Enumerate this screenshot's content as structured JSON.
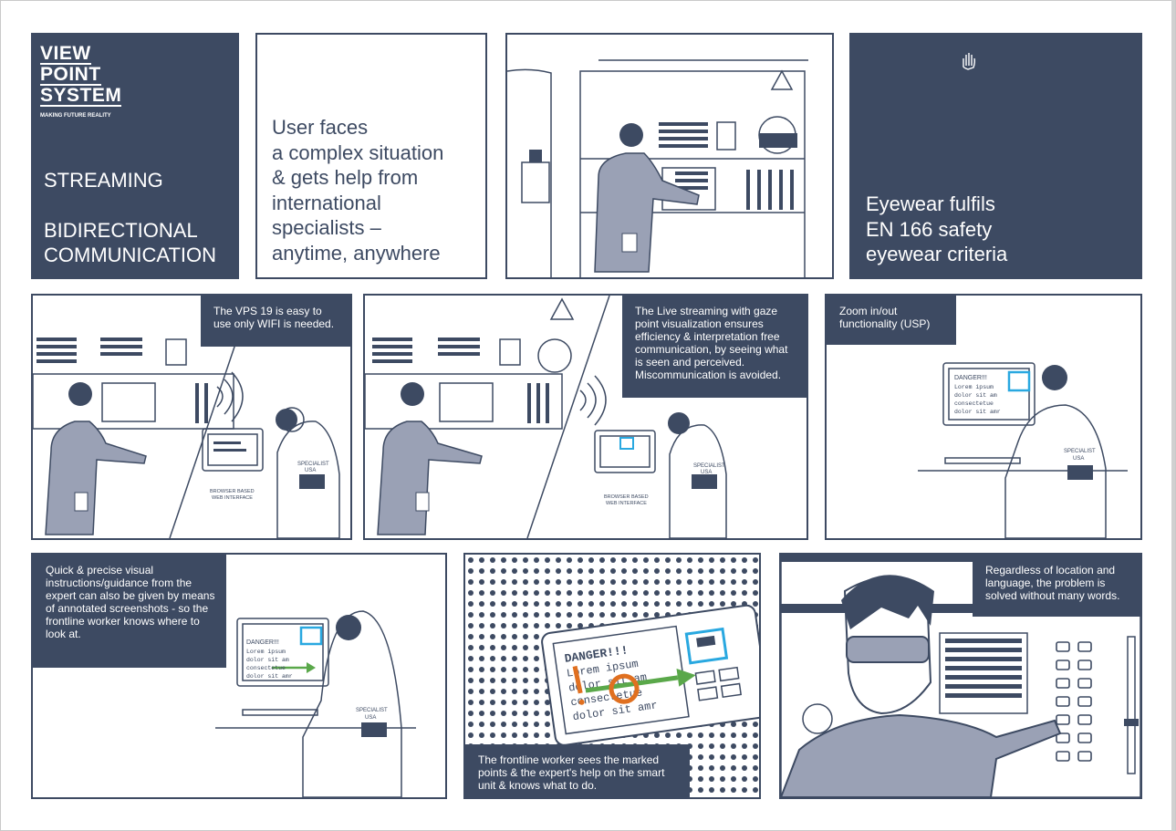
{
  "brand": {
    "logo_lines": [
      "VIEW",
      "POINT",
      "SYSTEM"
    ],
    "tagline": "MAKING FUTURE REALITY"
  },
  "panel1": {
    "line1": "STREAMING",
    "line2": "BIDIRECTIONAL",
    "line3": "COMMUNICATION"
  },
  "panel2": {
    "text": "User faces\na complex situation\n& gets help from\ninternational\nspecialists –\nanytime, anywhere"
  },
  "panel4": {
    "text": "Eyewear fulfils\nEN 166 safety\neyewear criteria"
  },
  "panel5": {
    "caption": "The VPS 19 is easy to use only WIFI is needed."
  },
  "panel6": {
    "caption": "The Live streaming with gaze point visualization ensures efficiency & interpretation free communication, by seeing what is seen and perceived. Miscommunication is avoided."
  },
  "panel7": {
    "caption": "Zoom in/out functionality (USP)"
  },
  "panel8": {
    "caption": "Quick & precise visual instructions/guidance from the expert can also be given by means of annotated screenshots - so the frontline worker knows where to look at."
  },
  "panel9": {
    "caption": "The frontline worker sees the marked points & the expert's help on the smart unit & knows what to do."
  },
  "panel10": {
    "caption": "Regardless of location and language, the problem is solved without many words."
  },
  "labels": {
    "specialist": "SPECIALIST",
    "usa": "USA",
    "browser_line1": "BROWSER BASED",
    "browser_line2": "WEB INTERFACE",
    "danger": "DANGER!!!",
    "lorem1": "Lorem ipsum",
    "lorem2": "dolor sit am",
    "lorem3": "consectetue",
    "lorem4": "dolor sit amr",
    "big_danger": "DANGER!!!",
    "big_lorem1": "Lorem ipsum",
    "big_lorem2": "dolor sit am",
    "big_lorem3": "consectetue",
    "big_lorem4": "dolor sit amr"
  },
  "colors": {
    "navy": "#3d4a62",
    "accent_blue": "#29a8e0",
    "arrow_green": "#5aa84a",
    "mark_orange": "#e07020",
    "worker_gray": "#9aa1b5"
  }
}
